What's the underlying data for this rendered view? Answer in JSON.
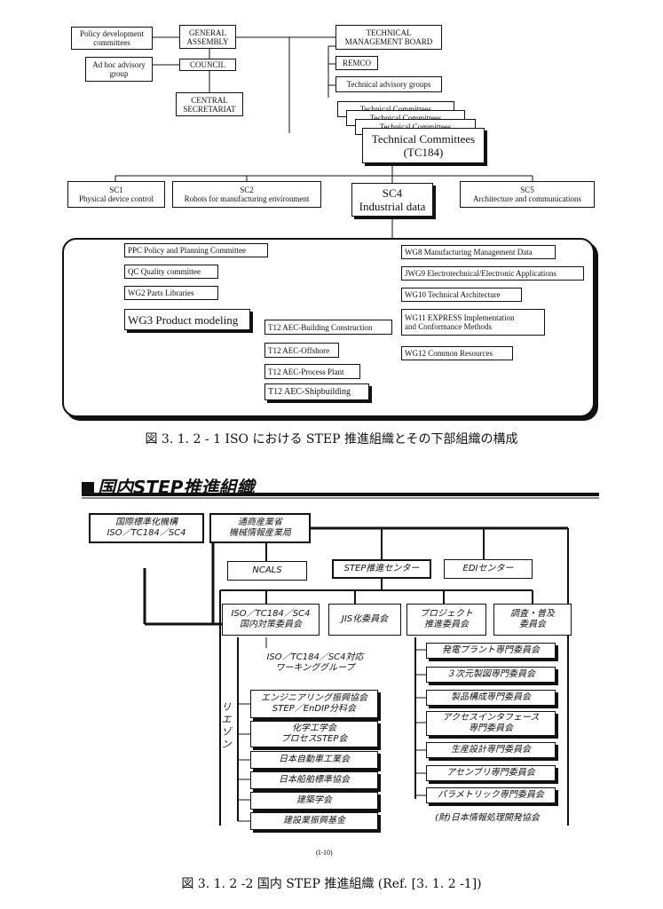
{
  "fig1": {
    "top_left": {
      "policy": "Policy development\ncommittees",
      "general_assembly": "GENERAL\nASSEMBLY",
      "adhoc": "Ad hoc advisory\ngroup",
      "council": "COUNCIL",
      "central": "CENTRAL\nSECRETARIAT"
    },
    "top_right": {
      "tmb": "TECHNICAL\nMANAGEMENT BOARD",
      "remco": "REMCO",
      "tag": "Technical advisory groups",
      "tc_stack": "Technical Committees",
      "tc": "Technical Committees\n(TC184)"
    },
    "sc": {
      "sc1": "SC1\nPhysical device control",
      "sc2": "SC2\nRobots for manufacturing environment",
      "sc4": "SC4\nIndustrial data",
      "sc5": "SC5\nArchitecture and communications"
    },
    "left_groups": [
      "PPC Policy and Planning Committee",
      "QC Quality committee",
      "WG2 Parts Libraries"
    ],
    "wg3": "WG3 Product modeling",
    "t12": [
      "T12 AEC-Building Construction",
      "T12 AEC-Offshore",
      "T12 AEC-Process Plant",
      "T12 AEC-Shipbuilding"
    ],
    "right_groups": [
      "WG8 Manufacturing Management Data",
      "JWG9 Electrotechnical/Electronic Applications",
      "WG10 Technical Architecture",
      "WG11 EXPRESS Implementation\nand Conformance Methods",
      "WG12 Common Resources"
    ],
    "caption": "図 3. 1. 2 - 1 ISO における STEP 推進組織とその下部組織の構成"
  },
  "fig2": {
    "title": "国内STEP推進組織",
    "iso": "国際標準化機構\nISO／TC184／SC4",
    "miti": "通商産業省\n機械情報産業局",
    "ncals": "NCALS",
    "step_center": "STEP推進センター",
    "edi": "EDIセンター",
    "iso_committee": "ISO／TC184／SC4\n国内対策委員会",
    "jis": "JIS化委員会",
    "project": "プロジェクト\n推進委員会",
    "survey": "調査・普及\n委員会",
    "wg": "ISO／TC184／SC4対応\nワーキンググループ",
    "liaison": "リエゾン",
    "liaison_orgs": [
      "エンジニアリング振興協会\nSTEP／EnDIP分科会",
      "化学工学会\nプロセスSTEP会",
      "日本自動車工業会",
      "日本船舶標準協会",
      "建築学会",
      "建設業振興基金"
    ],
    "project_orgs": [
      "発電プラント専門委員会",
      "３次元製図専門委員会",
      "製品構成専門委員会",
      "アクセスインタフェース\n専門委員会",
      "生産設計専門委員会",
      "アセンブリ専門委員会",
      "パラメトリック専門委員会"
    ],
    "jipdec": "(財)日本情報処理開発協会",
    "page_no": "(I-10)",
    "caption": "図 3. 1. 2 -2 国内 STEP 推進組織 (Ref. [3. 1. 2 -1])"
  }
}
